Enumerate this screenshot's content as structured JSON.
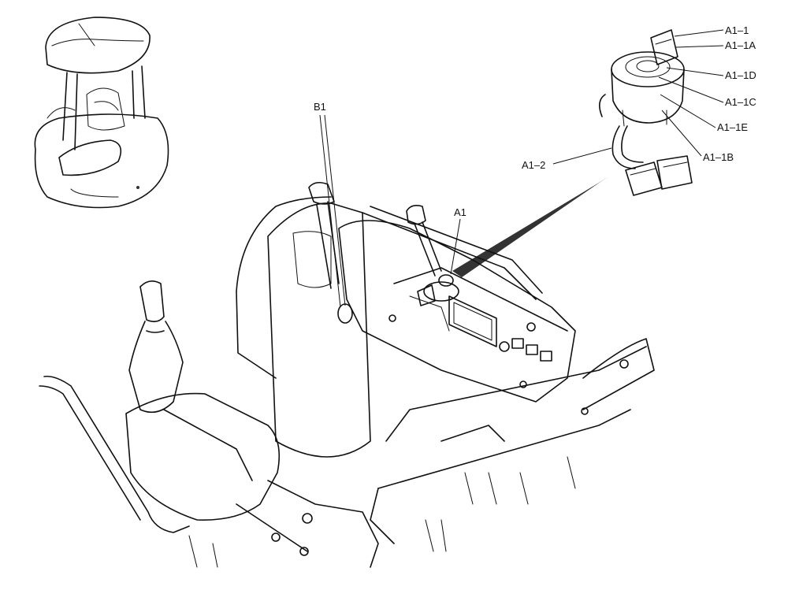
{
  "labels": {
    "a1_1": "A1–1",
    "a1_1a": "A1–1A",
    "a1_1d": "A1–1D",
    "a1_1c": "A1–1C",
    "a1_1e": "A1–1E",
    "a1_1b": "A1–1B",
    "a1_2": "A1–2",
    "a1": "A1",
    "b1": "B1"
  }
}
